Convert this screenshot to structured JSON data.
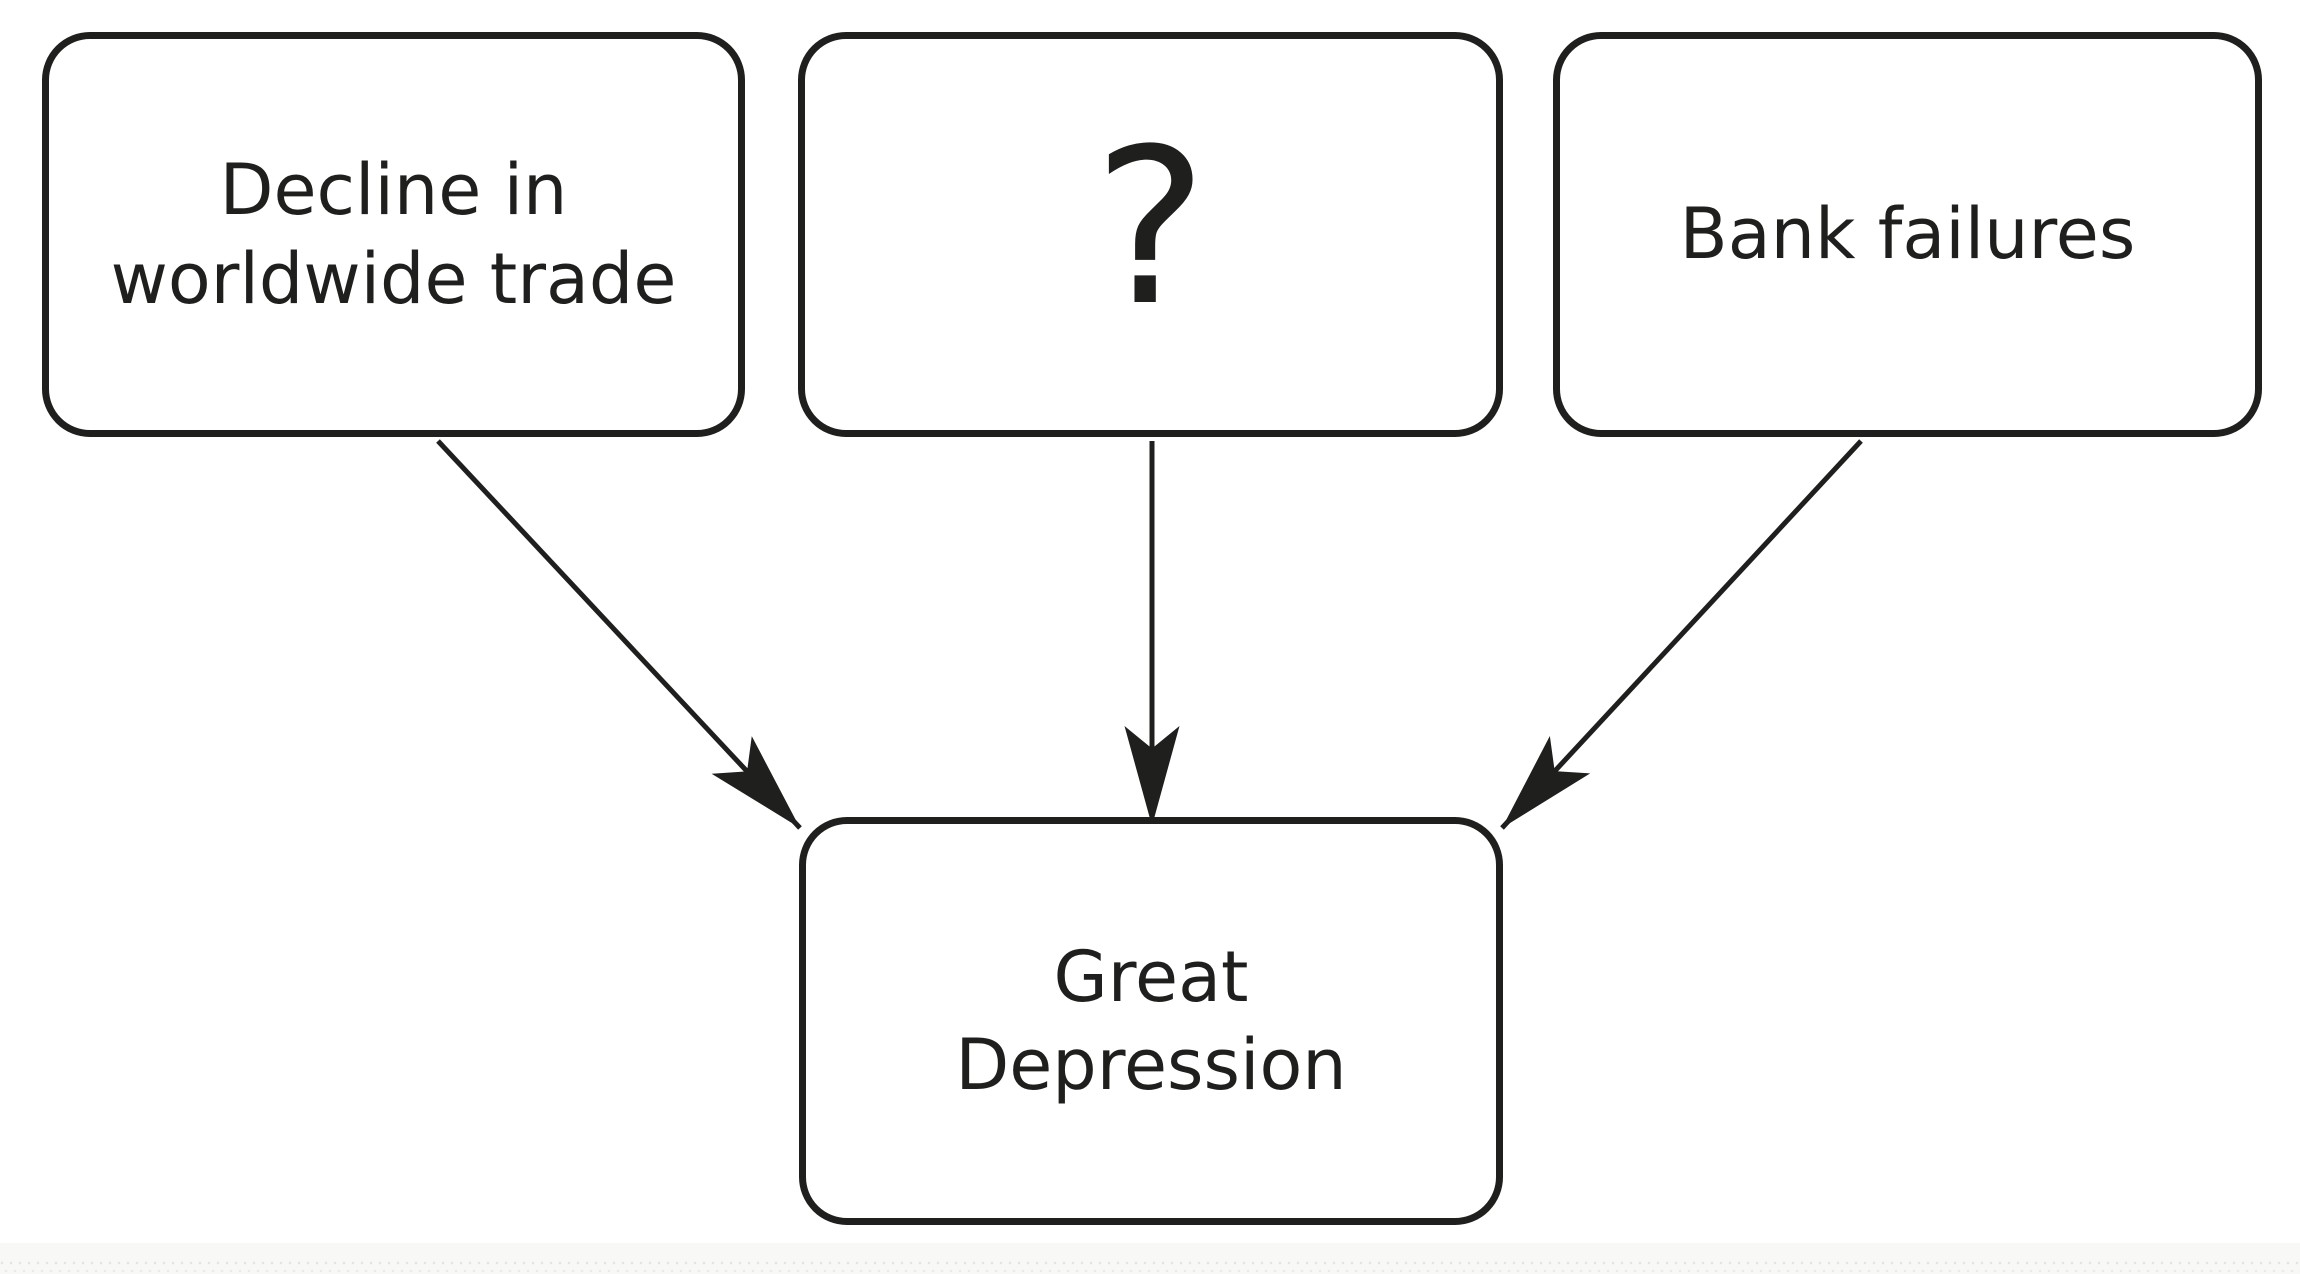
{
  "diagram": {
    "ink_color": "#1f1f1d",
    "background_color": "#ffffff",
    "footer_strip_color": "#f8f8f6",
    "nodes": {
      "cause_trade": {
        "line1": "Decline in",
        "line2": "worldwide trade"
      },
      "cause_unknown": {
        "line1": "?"
      },
      "cause_banks": {
        "line1": "Bank failures"
      },
      "effect": {
        "line1": "Great",
        "line2": "Depression"
      }
    },
    "arrows": [
      {
        "from": "cause_trade",
        "to": "effect"
      },
      {
        "from": "cause_unknown",
        "to": "effect"
      },
      {
        "from": "cause_banks",
        "to": "effect"
      }
    ]
  }
}
